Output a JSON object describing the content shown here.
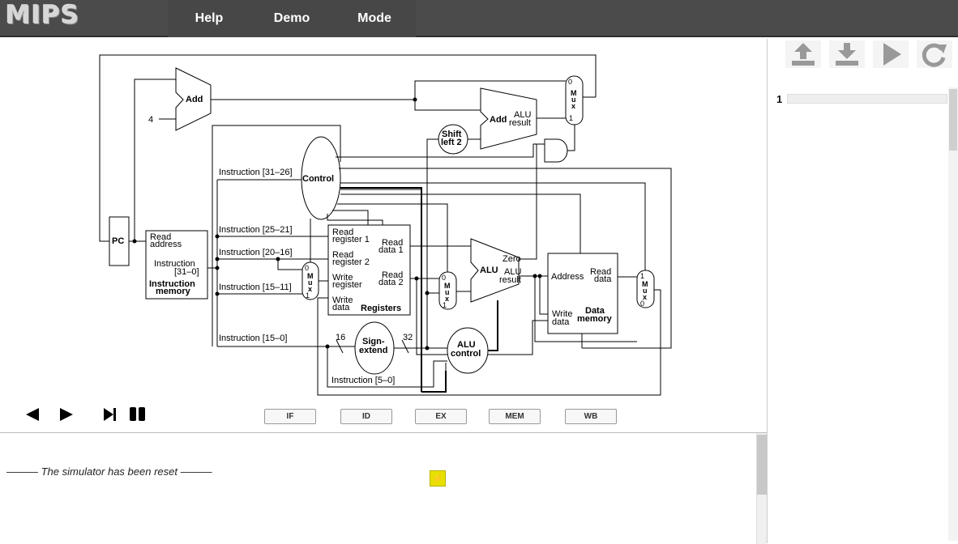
{
  "app": {
    "title": "MIPS"
  },
  "menu": {
    "items": [
      "Help",
      "Demo",
      "Mode"
    ]
  },
  "datapath": {
    "add_label": "Add",
    "const_four": "4",
    "pc_label": "PC",
    "imem": {
      "read": "Read",
      "address": "address",
      "instr": "Instruction",
      "bits": "[31–0]",
      "name1": "Instruction",
      "name2": "memory"
    },
    "control": "Control",
    "shift": {
      "l1": "Shift",
      "l2": "left 2"
    },
    "branch_add": {
      "add": "Add",
      "alu": "ALU",
      "result": "result"
    },
    "mux_labels": {
      "m": "M",
      "u": "u",
      "x": "x",
      "zero": "0",
      "one": "1"
    },
    "instr_fields": [
      "Instruction [31–26]",
      "Instruction [25–21]",
      "Instruction [20–16]",
      "Instruction [15–11]",
      "Instruction [15–0]",
      "Instruction [5–0]"
    ],
    "registers": {
      "rr1a": "Read",
      "rr1b": "register 1",
      "rr2a": "Read",
      "rr2b": "register 2",
      "wra": "Write",
      "wrb": "register",
      "wda": "Write",
      "wdb": "data",
      "rd1a": "Read",
      "rd1b": "data 1",
      "rd2a": "Read",
      "rd2b": "data 2",
      "name": "Registers"
    },
    "alu": {
      "name": "ALU",
      "zero": "Zero",
      "result1": "ALU",
      "result2": "result"
    },
    "dmem": {
      "address": "Address",
      "rda": "Read",
      "rdb": "data",
      "wda": "Write",
      "wdb": "data",
      "name1": "Data",
      "name2": "memory"
    },
    "sign_extend": {
      "l1": "Sign-",
      "l2": "extend"
    },
    "alu_control": {
      "l1": "ALU",
      "l2": "control"
    },
    "bus_widths": {
      "in": "16",
      "out": "32"
    }
  },
  "stages": [
    "IF",
    "ID",
    "EX",
    "MEM",
    "WB"
  ],
  "console": {
    "message": "——— The simulator has been reset ———",
    "flash_icon": "⚡"
  },
  "editor": {
    "line_number": "1"
  },
  "colors": {
    "topbar": "#4b4b4b",
    "flash": "#e7e000"
  }
}
